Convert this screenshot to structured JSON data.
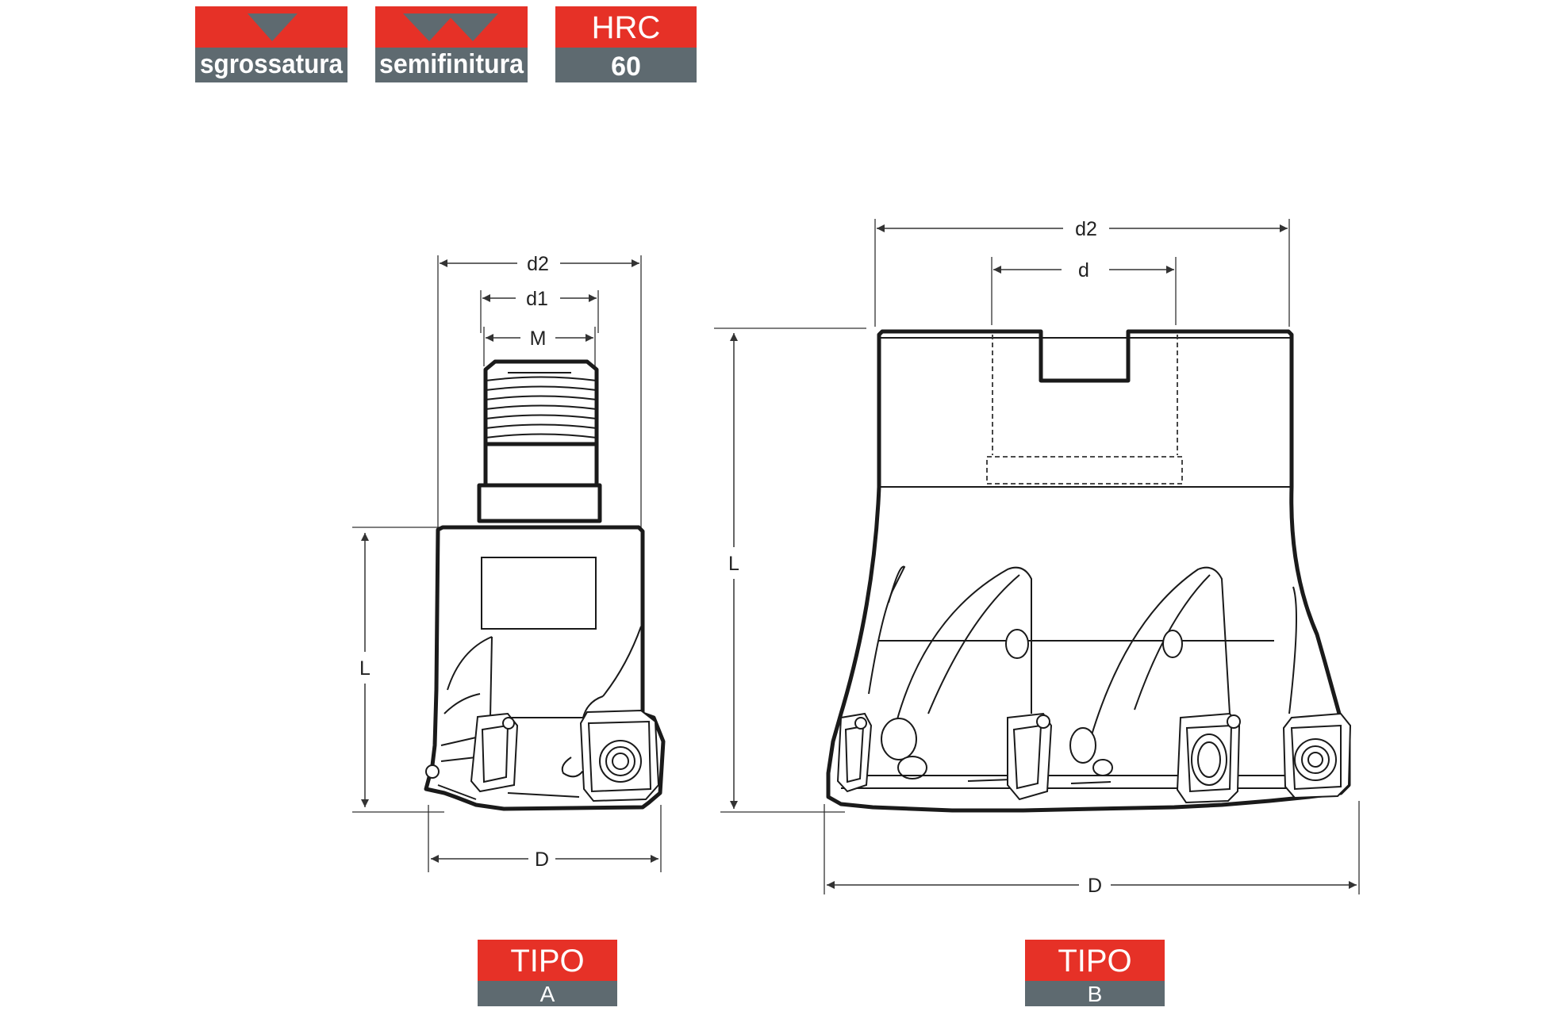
{
  "colors": {
    "red": "#E63127",
    "gray": "#5E6A70",
    "line": "#1a1a1a"
  },
  "badges": {
    "roughing": {
      "label": "sgrossatura",
      "icon": "single-triangle-icon"
    },
    "semifinishing": {
      "label": "semifinitura",
      "icon": "double-triangle-icon"
    },
    "hardness": {
      "title": "HRC",
      "value": "60"
    }
  },
  "type_a": {
    "dims": {
      "d2": "d2",
      "d1": "d1",
      "M": "M",
      "L": "L",
      "D": "D"
    },
    "label": {
      "title": "TIPO",
      "letter": "A"
    }
  },
  "type_b": {
    "dims": {
      "d2": "d2",
      "d": "d",
      "L": "L",
      "D": "D"
    },
    "label": {
      "title": "TIPO",
      "letter": "B"
    }
  }
}
